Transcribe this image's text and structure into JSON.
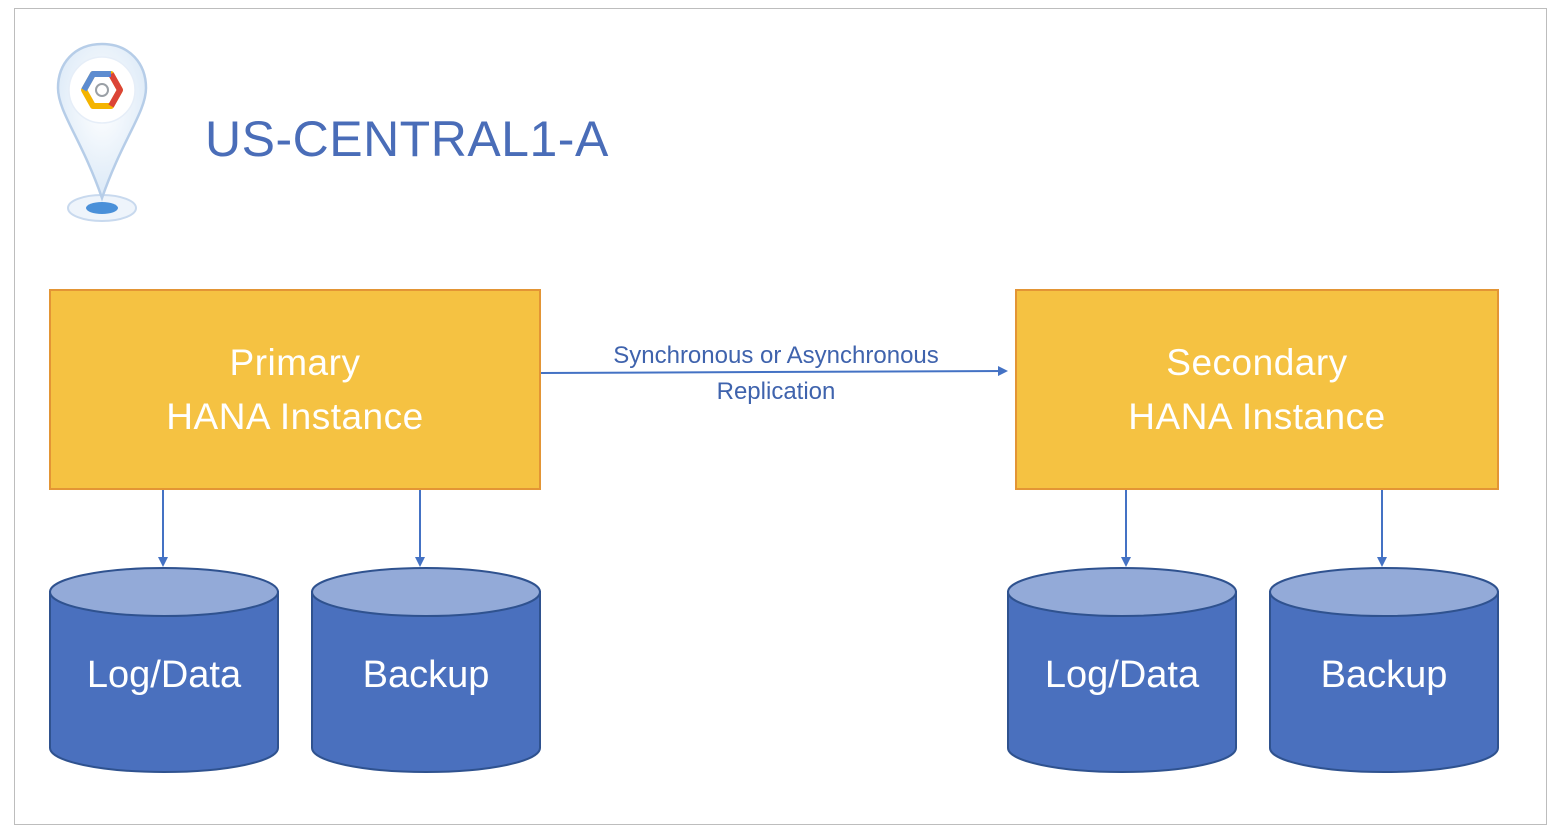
{
  "zone": {
    "name": "US-CENTRAL1-A",
    "icon": "google-cloud-location-pin-icon"
  },
  "primary": {
    "line1": "Primary",
    "line2": "HANA Instance",
    "volumes": [
      {
        "label": "Log/Data"
      },
      {
        "label": "Backup"
      }
    ]
  },
  "secondary": {
    "line1": "Secondary",
    "line2": "HANA Instance",
    "volumes": [
      {
        "label": "Log/Data"
      },
      {
        "label": "Backup"
      }
    ]
  },
  "replication": {
    "line1": "Synchronous or Asynchronous",
    "line2": "Replication"
  },
  "colors": {
    "instance_fill": "#f5c242",
    "instance_border": "#e39535",
    "cylinder_body": "#4a70be",
    "cylinder_top": "#93aad8",
    "text_blue": "#4a6db8",
    "arrow": "#4472c4"
  }
}
